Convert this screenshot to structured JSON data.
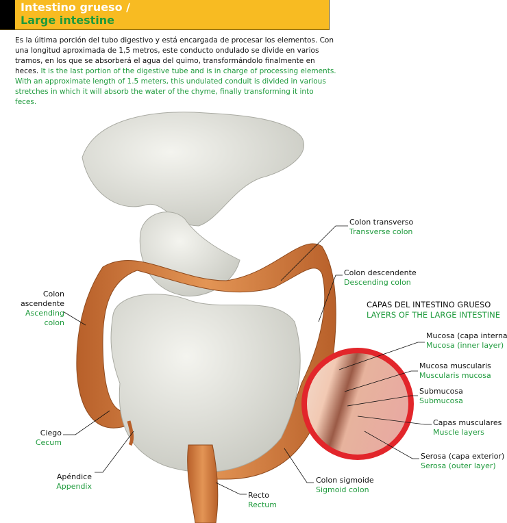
{
  "header": {
    "title_es": "Intestino grueso /",
    "title_en": "Large intestine"
  },
  "intro": {
    "es": "Es la última porción del tubo digestivo y está encargada de procesar los elementos. Con una longitud aproximada de 1,5 metros, este conducto ondulado se divide en varios tramos, en los que se absorberá el agua del quimo, transformándolo finalmente en heces.",
    "en": "It is the last portion of the digestive tube and is in charge of processing elements. With an approximate length of 1.5 meters, this undulated conduit is divided in various stretches in which it will absorb the water of the chyme, finally transforming it into feces."
  },
  "labels": {
    "transverse": {
      "es": "Colon transverso",
      "en": "Transverse colon"
    },
    "descending": {
      "es": "Colon descendente",
      "en": "Descending colon"
    },
    "ascending": {
      "es": "Colon ascendente",
      "en": "Ascending colon"
    },
    "cecum": {
      "es": "Ciego",
      "en": "Cecum"
    },
    "appendix": {
      "es": "Apéndice",
      "en": "Appendix"
    },
    "rectum": {
      "es": "Recto",
      "en": "Rectum"
    },
    "sigmoid": {
      "es": "Colon sigmoide",
      "en": "Sigmoid colon"
    }
  },
  "layers": {
    "title_es": "CAPAS DEL INTESTINO GRUESO",
    "title_en": "LAYERS OF THE LARGE INTESTINE",
    "items": [
      {
        "es": "Mucosa (capa interna)",
        "en": "Mucosa (inner layer)"
      },
      {
        "es": "Mucosa muscularis",
        "en": "Muscularis mucosa"
      },
      {
        "es": "Submucosa",
        "en": "Submucosa"
      },
      {
        "es": "Capas musculares",
        "en": "Muscle layers"
      },
      {
        "es": "Serosa (capa exterior)",
        "en": "Serosa (outer layer)"
      }
    ]
  },
  "colors": {
    "header": "#f8bb22",
    "green": "#1e9a3c",
    "colon": "#d9803f",
    "ring": "#e2262b"
  }
}
